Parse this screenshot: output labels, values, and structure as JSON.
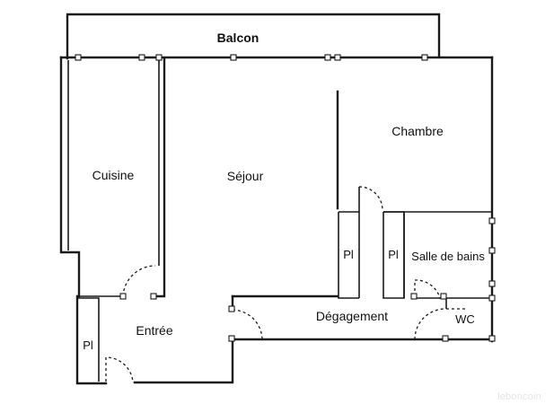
{
  "rooms": {
    "balcon": "Balcon",
    "cuisine": "Cuisine",
    "sejour": "Séjour",
    "chambre": "Chambre",
    "entree": "Entrée",
    "degagement": "Dégagement",
    "salle_de_bains": "Salle de bains",
    "wc": "WC",
    "placard_chambre": "Pl",
    "placard_sdb": "Pl",
    "placard_entree": "Pl"
  },
  "watermark": "leboncoin",
  "colors": {
    "wall": "#1a1a1a",
    "background": "#ffffff"
  }
}
